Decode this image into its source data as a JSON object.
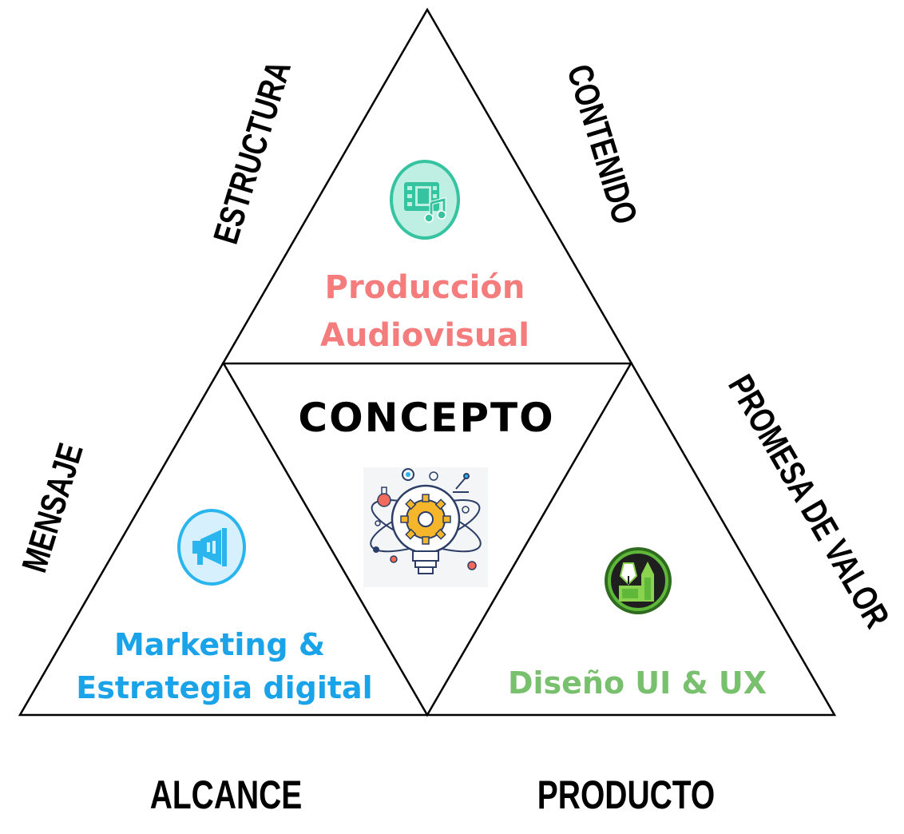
{
  "diagram": {
    "center_title": "CONCEPTO",
    "side_labels": {
      "top_left": "ESTRUCTURA",
      "top_right": "CONTENIDO",
      "left": "MENSAJE",
      "right": "PROMESA DE VALOR",
      "bottom_left": "ALCANCE",
      "bottom_right": "PRODUCTO"
    },
    "sections": {
      "top": {
        "line1": "Producción",
        "line2": "Audiovisual",
        "color": "#F47C7C",
        "icon": "film-music-icon"
      },
      "left": {
        "line1": "Marketing &",
        "line2": "Estrategia digital",
        "color": "#1AA3E8",
        "icon": "megaphone-icon"
      },
      "right": {
        "line1": "Diseño UI & UX",
        "color": "#79C06E",
        "icon": "design-tools-icon"
      },
      "center": {
        "icon": "lightbulb-gear-icon"
      }
    },
    "colors": {
      "stroke": "#000000",
      "mint": "#35C3A0",
      "mint_light": "#BFEFE2",
      "sky": "#2BB5EE",
      "sky_light": "#D6F1FD",
      "green": "#3E8E2C",
      "green_light": "#8BD24F",
      "gear": "#F5B62B",
      "coral": "#F26B5B",
      "navy": "#2C3E66"
    }
  }
}
